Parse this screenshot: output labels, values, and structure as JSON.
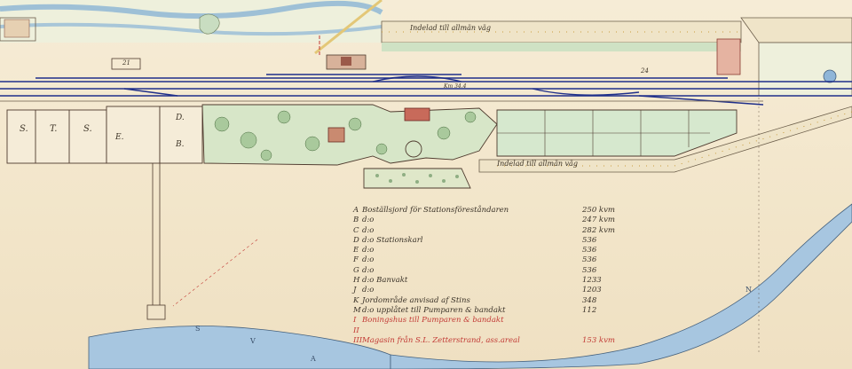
{
  "map": {
    "labels": {
      "indelad_top": "Indelad   till   allmän   väg",
      "indelad_bottom": "Indelad   till   allmän   väg",
      "kilometer": "Km 34.4",
      "lot_s1": "S.",
      "lot_s2": "T.",
      "lot_s3": "S.",
      "lot_e": "E.",
      "lot_d": "D.",
      "lot_b": "B.",
      "plot_21": "21",
      "plot_24": "24",
      "river_s": "S",
      "river_v": "V",
      "river_a": "A",
      "river_n": "N"
    },
    "legend": [
      {
        "code": "A",
        "text": "Boställsjord för Stationsföreståndaren",
        "value": "250 kvm",
        "red": false
      },
      {
        "code": "B",
        "text": "d:o",
        "value": "247 kvm",
        "red": false
      },
      {
        "code": "C",
        "text": "d:o",
        "value": "282 kvm",
        "red": false
      },
      {
        "code": "D",
        "text": "d:o   Stationskarl",
        "value": "536",
        "red": false
      },
      {
        "code": "E",
        "text": "d:o",
        "value": "536",
        "red": false
      },
      {
        "code": "F",
        "text": "d:o",
        "value": "536",
        "red": false
      },
      {
        "code": "G",
        "text": "d:o",
        "value": "536",
        "red": false
      },
      {
        "code": "H",
        "text": "d:o   Banvakt",
        "value": "1233",
        "red": false
      },
      {
        "code": "J",
        "text": "d:o",
        "value": "1203",
        "red": false
      },
      {
        "code": "K",
        "text": "Jordområde anvisad af Stins",
        "value": "348",
        "red": false
      },
      {
        "code": "M",
        "text": "d:o   upplåtet till Pumparen & bandakt",
        "value": "112",
        "red": false
      },
      {
        "code": "I",
        "text": "Boningshus till Pumparen & bandakt",
        "value": "",
        "red": true
      },
      {
        "code": "II",
        "text": "",
        "value": "",
        "red": true
      },
      {
        "code": "III",
        "text": "Magasin   från S.L. Zetterstrand, ass.areal",
        "value": "153 kvm",
        "red": true
      }
    ]
  },
  "colors": {
    "paper": "#f3e8cf",
    "track": "#1f2f8a",
    "ink": "#3d3427",
    "water": "#8fb6d8",
    "green": "#b9d9b0",
    "red": "#c23a35"
  }
}
